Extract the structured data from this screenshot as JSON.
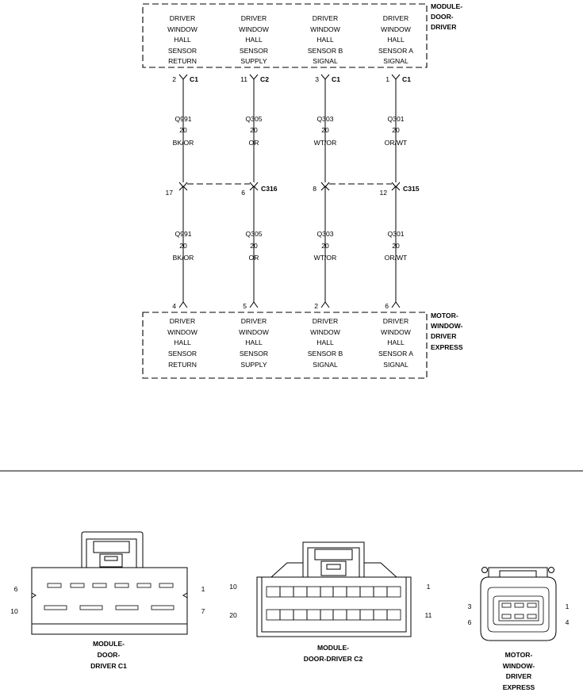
{
  "modules": {
    "top": {
      "name_lines": [
        "MODULE-",
        "DOOR-",
        "DRIVER"
      ],
      "pins": [
        {
          "lines": [
            "DRIVER",
            "WINDOW",
            "HALL",
            "SENSOR",
            "RETURN"
          ]
        },
        {
          "lines": [
            "DRIVER",
            "WINDOW",
            "HALL",
            "SENSOR",
            "SUPPLY"
          ]
        },
        {
          "lines": [
            "DRIVER",
            "WINDOW",
            "HALL",
            "SENSOR B",
            "SIGNAL"
          ]
        },
        {
          "lines": [
            "DRIVER",
            "WINDOW",
            "HALL",
            "SENSOR A",
            "SIGNAL"
          ]
        }
      ]
    },
    "bottom": {
      "name_lines": [
        "MOTOR-",
        "WINDOW-",
        "DRIVER",
        "EXPRESS"
      ],
      "pins": [
        {
          "lines": [
            "DRIVER",
            "WINDOW",
            "HALL",
            "SENSOR",
            "RETURN"
          ]
        },
        {
          "lines": [
            "DRIVER",
            "WINDOW",
            "HALL",
            "SENSOR",
            "SUPPLY"
          ]
        },
        {
          "lines": [
            "DRIVER",
            "WINDOW",
            "HALL",
            "SENSOR B",
            "SIGNAL"
          ]
        },
        {
          "lines": [
            "DRIVER",
            "WINDOW",
            "HALL",
            "SENSOR A",
            "SIGNAL"
          ]
        }
      ]
    }
  },
  "wires": [
    {
      "circuit": "Q991",
      "gauge": "20",
      "color": "BK/OR",
      "top_pin": "2",
      "top_conn": "C1",
      "mid_pin": "17",
      "mid_conn": "",
      "bottom_pin": "4"
    },
    {
      "circuit": "Q305",
      "gauge": "20",
      "color": "OR",
      "top_pin": "11",
      "top_conn": "C2",
      "mid_pin": "6",
      "mid_conn": "C316",
      "bottom_pin": "5"
    },
    {
      "circuit": "Q303",
      "gauge": "20",
      "color": "WT/OR",
      "top_pin": "3",
      "top_conn": "C1",
      "mid_pin": "8",
      "mid_conn": "",
      "bottom_pin": "2"
    },
    {
      "circuit": "Q301",
      "gauge": "20",
      "color": "OR/WT",
      "top_pin": "1",
      "top_conn": "C1",
      "mid_pin": "12",
      "mid_conn": "C315",
      "bottom_pin": "6"
    }
  ],
  "connector_views": [
    {
      "caption_lines": [
        "MODULE-",
        "DOOR-",
        "DRIVER C1"
      ],
      "pin_labels": {
        "top_left": "6",
        "top_right": "1",
        "bottom_left": "10",
        "bottom_right": "7"
      }
    },
    {
      "caption_lines": [
        "MODULE-",
        "DOOR-DRIVER C2"
      ],
      "pin_labels": {
        "top_left": "10",
        "top_right": "1",
        "bottom_left": "20",
        "bottom_right": "11"
      }
    },
    {
      "caption_lines": [
        "MOTOR-",
        "WINDOW-",
        "DRIVER",
        "EXPRESS"
      ],
      "pin_labels": {
        "top_left": "3",
        "top_right": "1",
        "bottom_left": "6",
        "bottom_right": "4"
      }
    }
  ]
}
